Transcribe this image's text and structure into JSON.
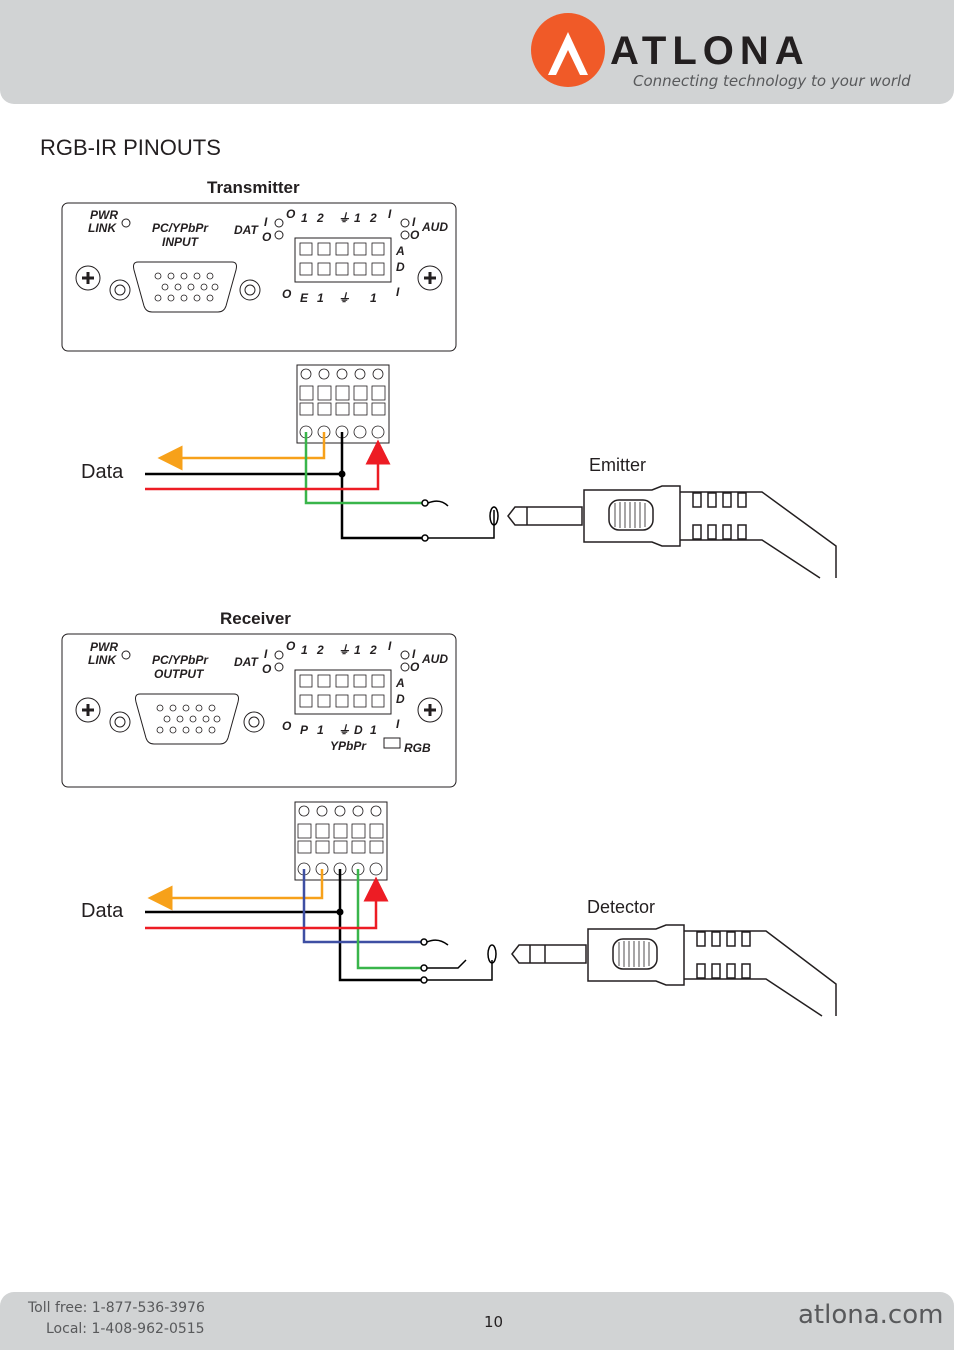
{
  "header": {
    "brand": "ATLONA",
    "tagline": "Connecting technology to your world"
  },
  "page_title": "RGB-IR PINOUTS",
  "transmitter": {
    "title": "Transmitter",
    "panel": {
      "pwr": "PWR",
      "link": "LINK",
      "port": "PC/YPbPr",
      "port_sub": "INPUT",
      "dat": "DAT",
      "aud": "AUD"
    },
    "data_label": "Data",
    "device_label": "Emitter"
  },
  "receiver": {
    "title": "Receiver",
    "panel": {
      "pwr": "PWR",
      "link": "LINK",
      "port": "PC/YPbPr",
      "port_sub": "OUTPUT",
      "dat": "DAT",
      "aud": "AUD",
      "switch_left": "YPbPr",
      "switch_right": "RGB"
    },
    "data_label": "Data",
    "device_label": "Detector"
  },
  "colors": {
    "orange": "#f7a11a",
    "red": "#ed1c24",
    "green": "#39b54a",
    "blue": "#3e4fa3",
    "black": "#000000",
    "logo": "#f05a28"
  },
  "footer": {
    "toll_free": "Toll free: 1-877-536-3976",
    "local": "Local: 1-408-962-0515",
    "page_number": "10",
    "website": "atlona.com"
  }
}
